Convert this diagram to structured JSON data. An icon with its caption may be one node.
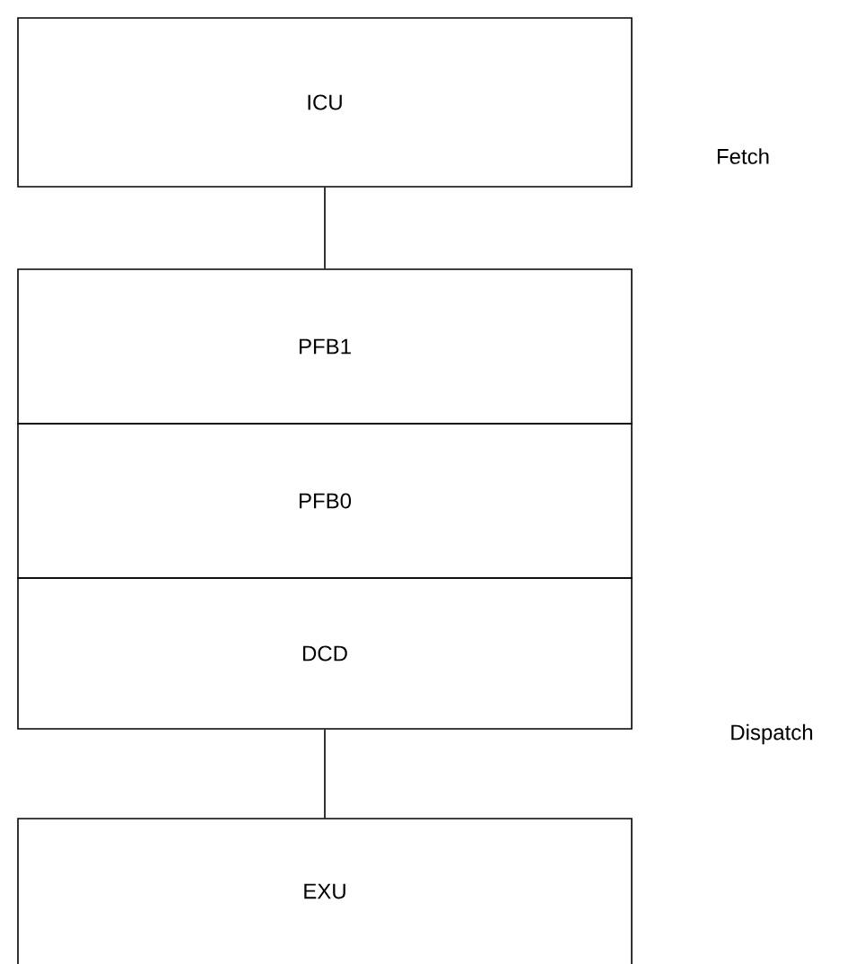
{
  "diagram": {
    "nodes": [
      {
        "text": [
          "ICU"
        ]
      },
      {
        "text": [
          "PFB1"
        ]
      },
      {
        "text": [
          "PFB0"
        ]
      },
      {
        "text": [
          "DCD"
        ]
      },
      {
        "text": [
          "EXU"
        ]
      }
    ],
    "edges": [
      {
        "from": 0,
        "to": 1,
        "arrow": "none"
      },
      {
        "from": 3,
        "to": 4,
        "arrow": "none"
      }
    ],
    "labels": [
      "Fetch",
      "Dispatch"
    ]
  }
}
